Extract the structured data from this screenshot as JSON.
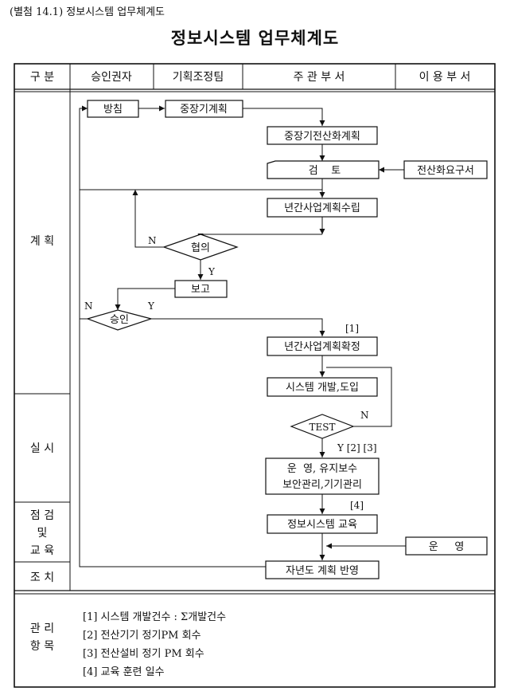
{
  "caption": "(별첨 14.1) 정보시스템 업무체계도",
  "title": "정보시스템 업무체계도",
  "header": {
    "col_category": "구 분",
    "col_approver": "승인권자",
    "col_planning": "기획조정팀",
    "col_supervisor": "주 관 부 서",
    "col_user": "이 용 부 서"
  },
  "rows": {
    "plan": "계 획",
    "execute": "실 시",
    "inspect_1": "점 검",
    "inspect_2": "및",
    "inspect_3": "교 육",
    "action": "조 치",
    "mgmt_1": "관 리",
    "mgmt_2": "항 목"
  },
  "nodes": {
    "policy": "방침",
    "midterm_plan": "중장기계획",
    "midterm_computer_plan": "중장기전산화계획",
    "review": "검    토",
    "computer_request": "전산화요구서",
    "annual_plan": "년간사업계획수립",
    "consult": "협의",
    "report": "보고",
    "approve": "승인",
    "annual_confirm": "년간사업계획확정",
    "sys_dev": "시스템 개발,도입",
    "test": "TEST",
    "operate_1": "운  영, 유지보수",
    "operate_2": "보안관리,기기관리",
    "education": "정보시스템 교육",
    "operation": "운     영",
    "next_year": "자년도 계획 반영"
  },
  "edge_labels": {
    "consult_no": "N",
    "consult_yes": "Y",
    "approve_no": "N",
    "approve_yes": "Y",
    "test_no": "N",
    "test_yes": "Y [2] [3]",
    "ref_1": "[1]",
    "ref_4": "[4]"
  },
  "management_items": [
    "[1] 시스템 개발건수  :  Σ개발건수",
    "[2] 전산기기 정기PM 회수",
    "[3] 전산설비 정기 PM 회수",
    "[4] 교육 훈련 일수"
  ]
}
